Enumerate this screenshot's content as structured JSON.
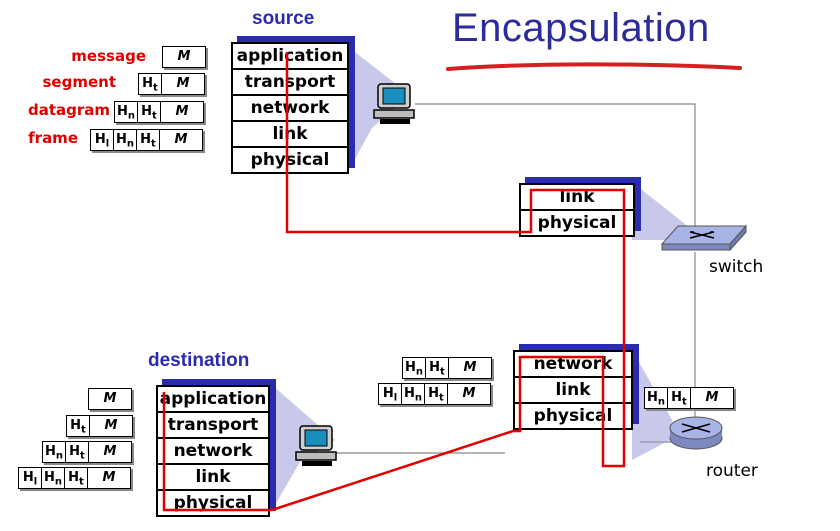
{
  "title": "Encapsulation",
  "source": {
    "label": "source",
    "layers": [
      "application",
      "transport",
      "network",
      "link",
      "physical"
    ]
  },
  "destination": {
    "label": "destination",
    "layers": [
      "application",
      "transport",
      "network",
      "link",
      "physical"
    ]
  },
  "switch": {
    "label": "switch",
    "layers": [
      "link",
      "physical"
    ]
  },
  "router": {
    "label": "router",
    "layers": [
      "network",
      "link",
      "physical"
    ]
  },
  "packet_labels": {
    "message": "message",
    "segment": "segment",
    "datagram": "datagram",
    "frame": "frame"
  },
  "headers": {
    "transport": "Ht",
    "network": "Hn",
    "link": "Hl",
    "message": "M"
  },
  "colors": {
    "title": "#2b2b9a",
    "label_red": "#e00000",
    "path_red": "#e00000",
    "shadow_blue": "#2b2bb0"
  }
}
